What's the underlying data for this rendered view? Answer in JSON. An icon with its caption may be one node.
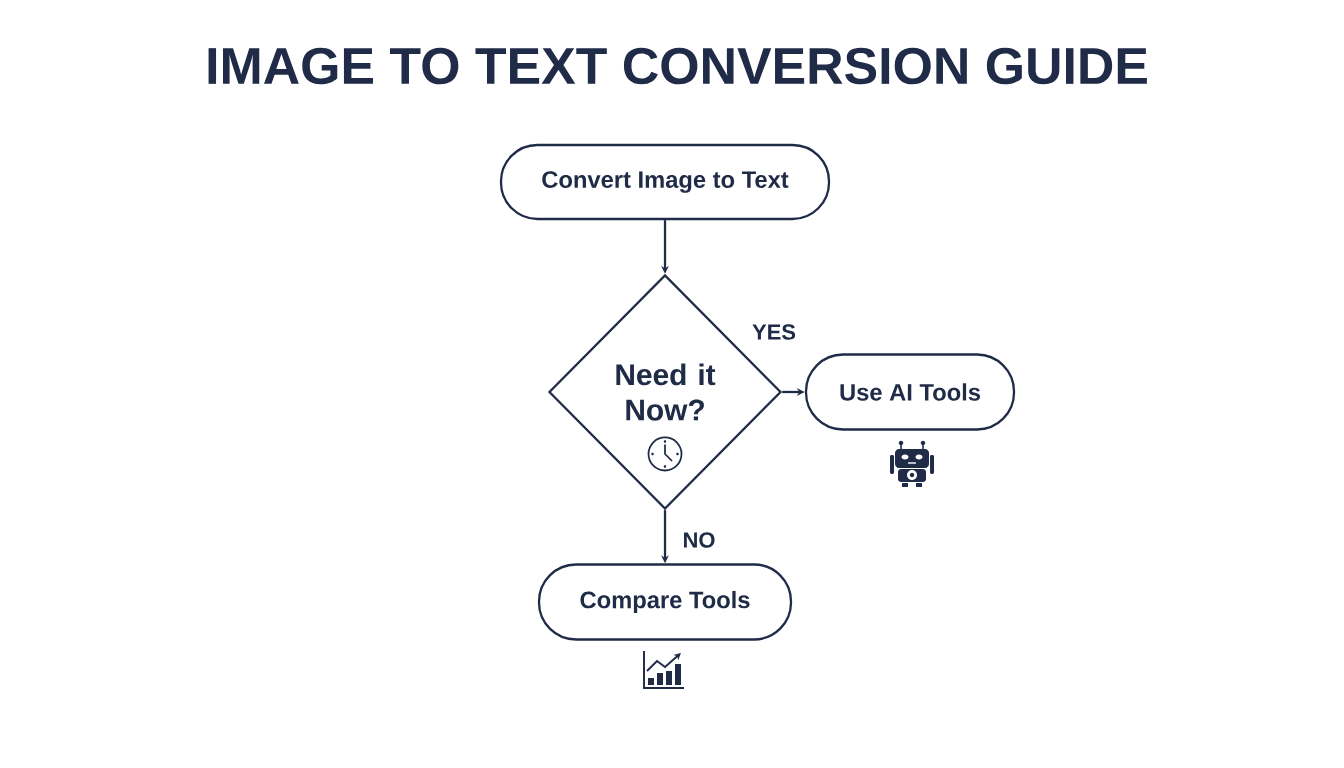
{
  "diagram": {
    "title": "IMAGE TO TEXT CONVERSION GUIDE",
    "nodes": [
      {
        "text": [
          "Convert Image to Text"
        ]
      },
      {
        "text": [
          "Need it Now?"
        ]
      },
      {
        "text": [
          "Use AI Tools"
        ]
      },
      {
        "text": [
          "Compare Tools"
        ]
      }
    ],
    "edges": [
      {
        "from": 0,
        "to": 1,
        "arrow": "to"
      },
      {
        "from": 1,
        "to": 2,
        "arrow": "to",
        "label": "YES"
      },
      {
        "from": 1,
        "to": 3,
        "arrow": "to",
        "label": "NO"
      }
    ]
  }
}
